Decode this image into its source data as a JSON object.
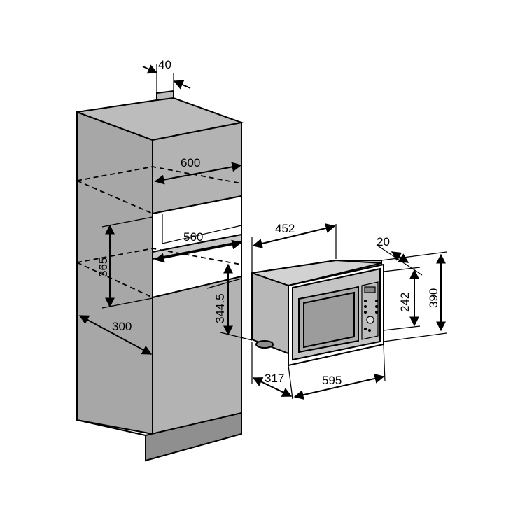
{
  "dimensions": {
    "d40": "40",
    "d600": "600",
    "d560": "560",
    "d365": "365",
    "d300": "300",
    "d344_5": "344.5",
    "d452": "452",
    "d20": "20",
    "d242": "242",
    "d390": "390",
    "d317": "317",
    "d595": "595"
  },
  "colors": {
    "cabinet_fill": "#a7a7a7",
    "line": "#000000",
    "background": "#ffffff"
  }
}
